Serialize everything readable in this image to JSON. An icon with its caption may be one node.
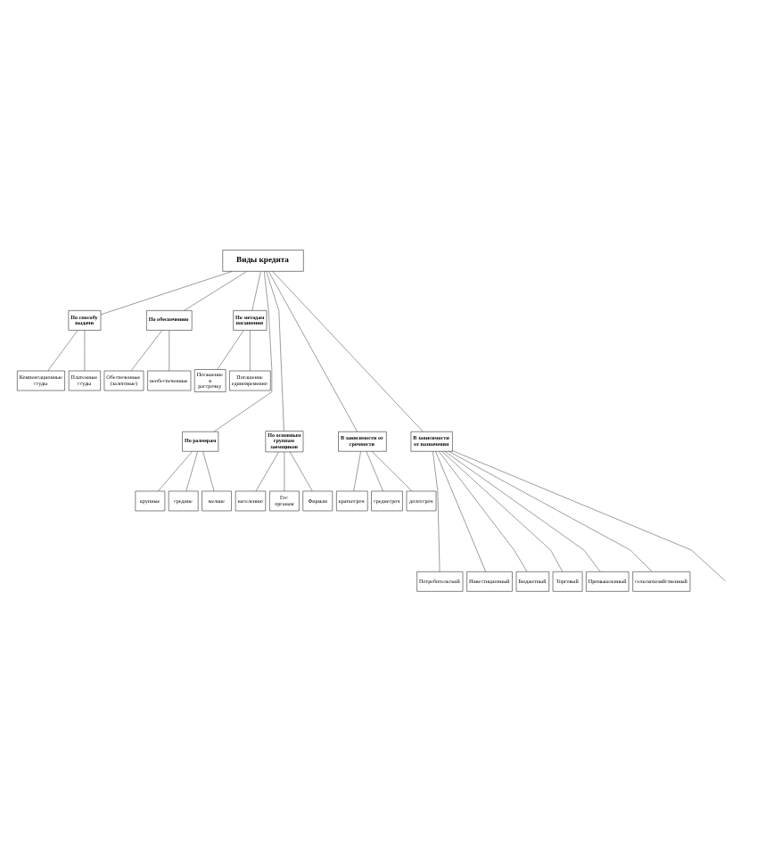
{
  "diagram": {
    "nodes": [
      {
        "text": [
          "Виды кредита"
        ]
      },
      {
        "text": [
          "По способу выдачи"
        ]
      },
      {
        "text": [
          "По обеспечению"
        ]
      },
      {
        "text": [
          "По методам погашения"
        ]
      },
      {
        "text": [
          "Компенсационные ссуды"
        ]
      },
      {
        "text": [
          "Платежные ссуды"
        ]
      },
      {
        "text": [
          "Обеспеченные (залоговые)"
        ]
      },
      {
        "text": [
          "необеспеченные"
        ]
      },
      {
        "text": [
          "Погашение в рассрочку"
        ]
      },
      {
        "text": [
          "Погашение единовременно"
        ]
      },
      {
        "text": [
          "По размерам"
        ]
      },
      {
        "text": [
          "По основным группам заемщиков"
        ]
      },
      {
        "text": [
          "В зависимости от срочности"
        ]
      },
      {
        "text": [
          "В зависимости от назначения"
        ]
      },
      {
        "text": [
          "крупные"
        ]
      },
      {
        "text": [
          "средние"
        ]
      },
      {
        "text": [
          "мелкие"
        ]
      },
      {
        "text": [
          "населению"
        ]
      },
      {
        "text": [
          "Гос органам"
        ]
      },
      {
        "text": [
          "Фирмам"
        ]
      },
      {
        "text": [
          "краткосроч"
        ]
      },
      {
        "text": [
          "среднесроч"
        ]
      },
      {
        "text": [
          "долгосроч"
        ]
      },
      {
        "text": [
          "Потребительский"
        ]
      },
      {
        "text": [
          "Инвестиционный"
        ]
      },
      {
        "text": [
          "Бюджетный"
        ]
      },
      {
        "text": [
          "Торговый"
        ]
      },
      {
        "text": [
          "Промышленный"
        ]
      },
      {
        "text": [
          "сельскохозяйственный"
        ]
      }
    ],
    "edges": [
      {
        "from": 0,
        "to": 1,
        "arrow": "none"
      },
      {
        "from": 0,
        "to": 2,
        "arrow": "none"
      },
      {
        "from": 0,
        "to": 3,
        "arrow": "none"
      },
      {
        "from": 0,
        "to": 10,
        "arrow": "none"
      },
      {
        "from": 0,
        "to": 11,
        "arrow": "none"
      },
      {
        "from": 0,
        "to": 12,
        "arrow": "none"
      },
      {
        "from": 0,
        "to": 13,
        "arrow": "none"
      },
      {
        "from": 1,
        "to": 4,
        "arrow": "none"
      },
      {
        "from": 1,
        "to": 5,
        "arrow": "none"
      },
      {
        "from": 2,
        "to": 6,
        "arrow": "none"
      },
      {
        "from": 2,
        "to": 7,
        "arrow": "none"
      },
      {
        "from": 3,
        "to": 8,
        "arrow": "none"
      },
      {
        "from": 3,
        "to": 9,
        "arrow": "none"
      },
      {
        "from": 10,
        "to": 14,
        "arrow": "none"
      },
      {
        "from": 10,
        "to": 15,
        "arrow": "none"
      },
      {
        "from": 10,
        "to": 16,
        "arrow": "none"
      },
      {
        "from": 11,
        "to": 17,
        "arrow": "none"
      },
      {
        "from": 11,
        "to": 18,
        "arrow": "none"
      },
      {
        "from": 11,
        "to": 19,
        "arrow": "none"
      },
      {
        "from": 12,
        "to": 20,
        "arrow": "none"
      },
      {
        "from": 12,
        "to": 21,
        "arrow": "none"
      },
      {
        "from": 12,
        "to": 22,
        "arrow": "none"
      },
      {
        "from": 13,
        "to": 23,
        "arrow": "none"
      },
      {
        "from": 13,
        "to": 24,
        "arrow": "none"
      },
      {
        "from": 13,
        "to": 25,
        "arrow": "none"
      },
      {
        "from": 13,
        "to": 26,
        "arrow": "none"
      },
      {
        "from": 13,
        "to": 27,
        "arrow": "none"
      },
      {
        "from": 13,
        "to": 28,
        "arrow": "none"
      },
      {
        "from": 13,
        "to": null,
        "arrow": "none"
      }
    ]
  }
}
